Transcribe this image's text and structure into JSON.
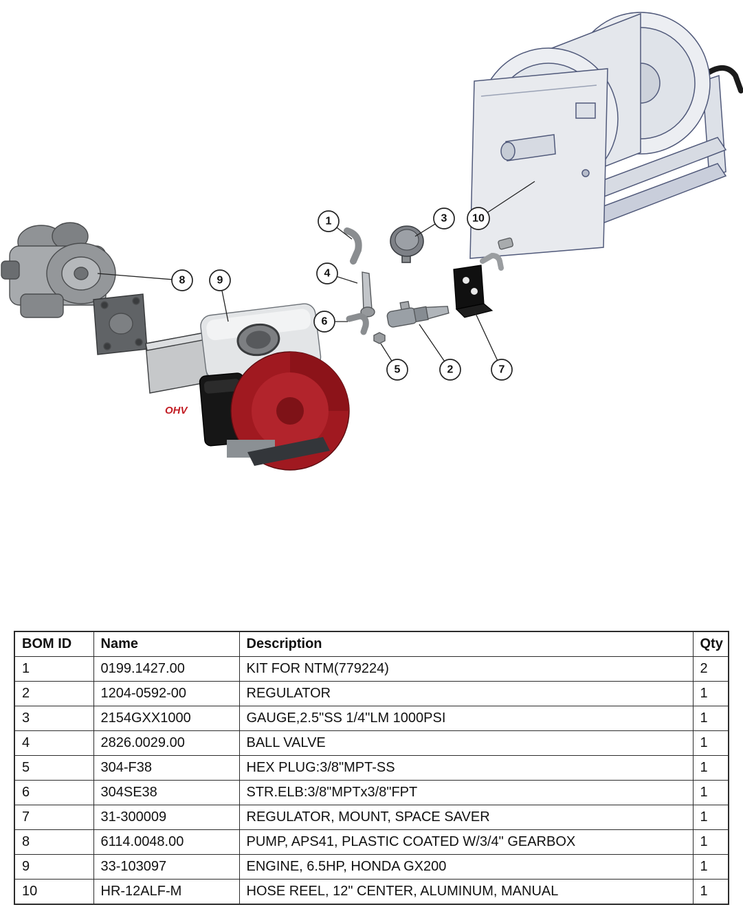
{
  "figure": {
    "engine_label": "OHV",
    "callouts": [
      {
        "label": "1"
      },
      {
        "label": "2"
      },
      {
        "label": "3"
      },
      {
        "label": "4"
      },
      {
        "label": "5"
      },
      {
        "label": "6"
      },
      {
        "label": "7"
      },
      {
        "label": "8"
      },
      {
        "label": "9"
      },
      {
        "label": "10"
      }
    ]
  },
  "table": {
    "headers": [
      "BOM ID",
      "Name",
      "Description",
      "Qty"
    ],
    "rows": [
      {
        "bom_id": "1",
        "name": "0199.1427.00",
        "description": "KIT FOR NTM(779224)",
        "qty": "2"
      },
      {
        "bom_id": "2",
        "name": "1204-0592-00",
        "description": "REGULATOR",
        "qty": "1"
      },
      {
        "bom_id": "3",
        "name": "2154GXX1000",
        "description": "GAUGE,2.5\"SS 1/4\"LM 1000PSI",
        "qty": "1"
      },
      {
        "bom_id": "4",
        "name": "2826.0029.00",
        "description": "BALL VALVE",
        "qty": "1"
      },
      {
        "bom_id": "5",
        "name": "304-F38",
        "description": "HEX PLUG:3/8\"MPT-SS",
        "qty": "1"
      },
      {
        "bom_id": "6",
        "name": "304SE38",
        "description": "STR.ELB:3/8\"MPTx3/8\"FPT",
        "qty": "1"
      },
      {
        "bom_id": "7",
        "name": "31-300009",
        "description": "REGULATOR, MOUNT, SPACE SAVER",
        "qty": "1"
      },
      {
        "bom_id": "8",
        "name": "6114.0048.00",
        "description": "PUMP, APS41, PLASTIC COATED W/3/4\" GEARBOX",
        "qty": "1"
      },
      {
        "bom_id": "9",
        "name": "33-103097",
        "description": "ENGINE, 6.5HP, HONDA GX200",
        "qty": "1"
      },
      {
        "bom_id": "10",
        "name": "HR-12ALF-M",
        "description": "HOSE REEL, 12\" CENTER, ALUMINUM, MANUAL",
        "qty": "1"
      }
    ]
  }
}
